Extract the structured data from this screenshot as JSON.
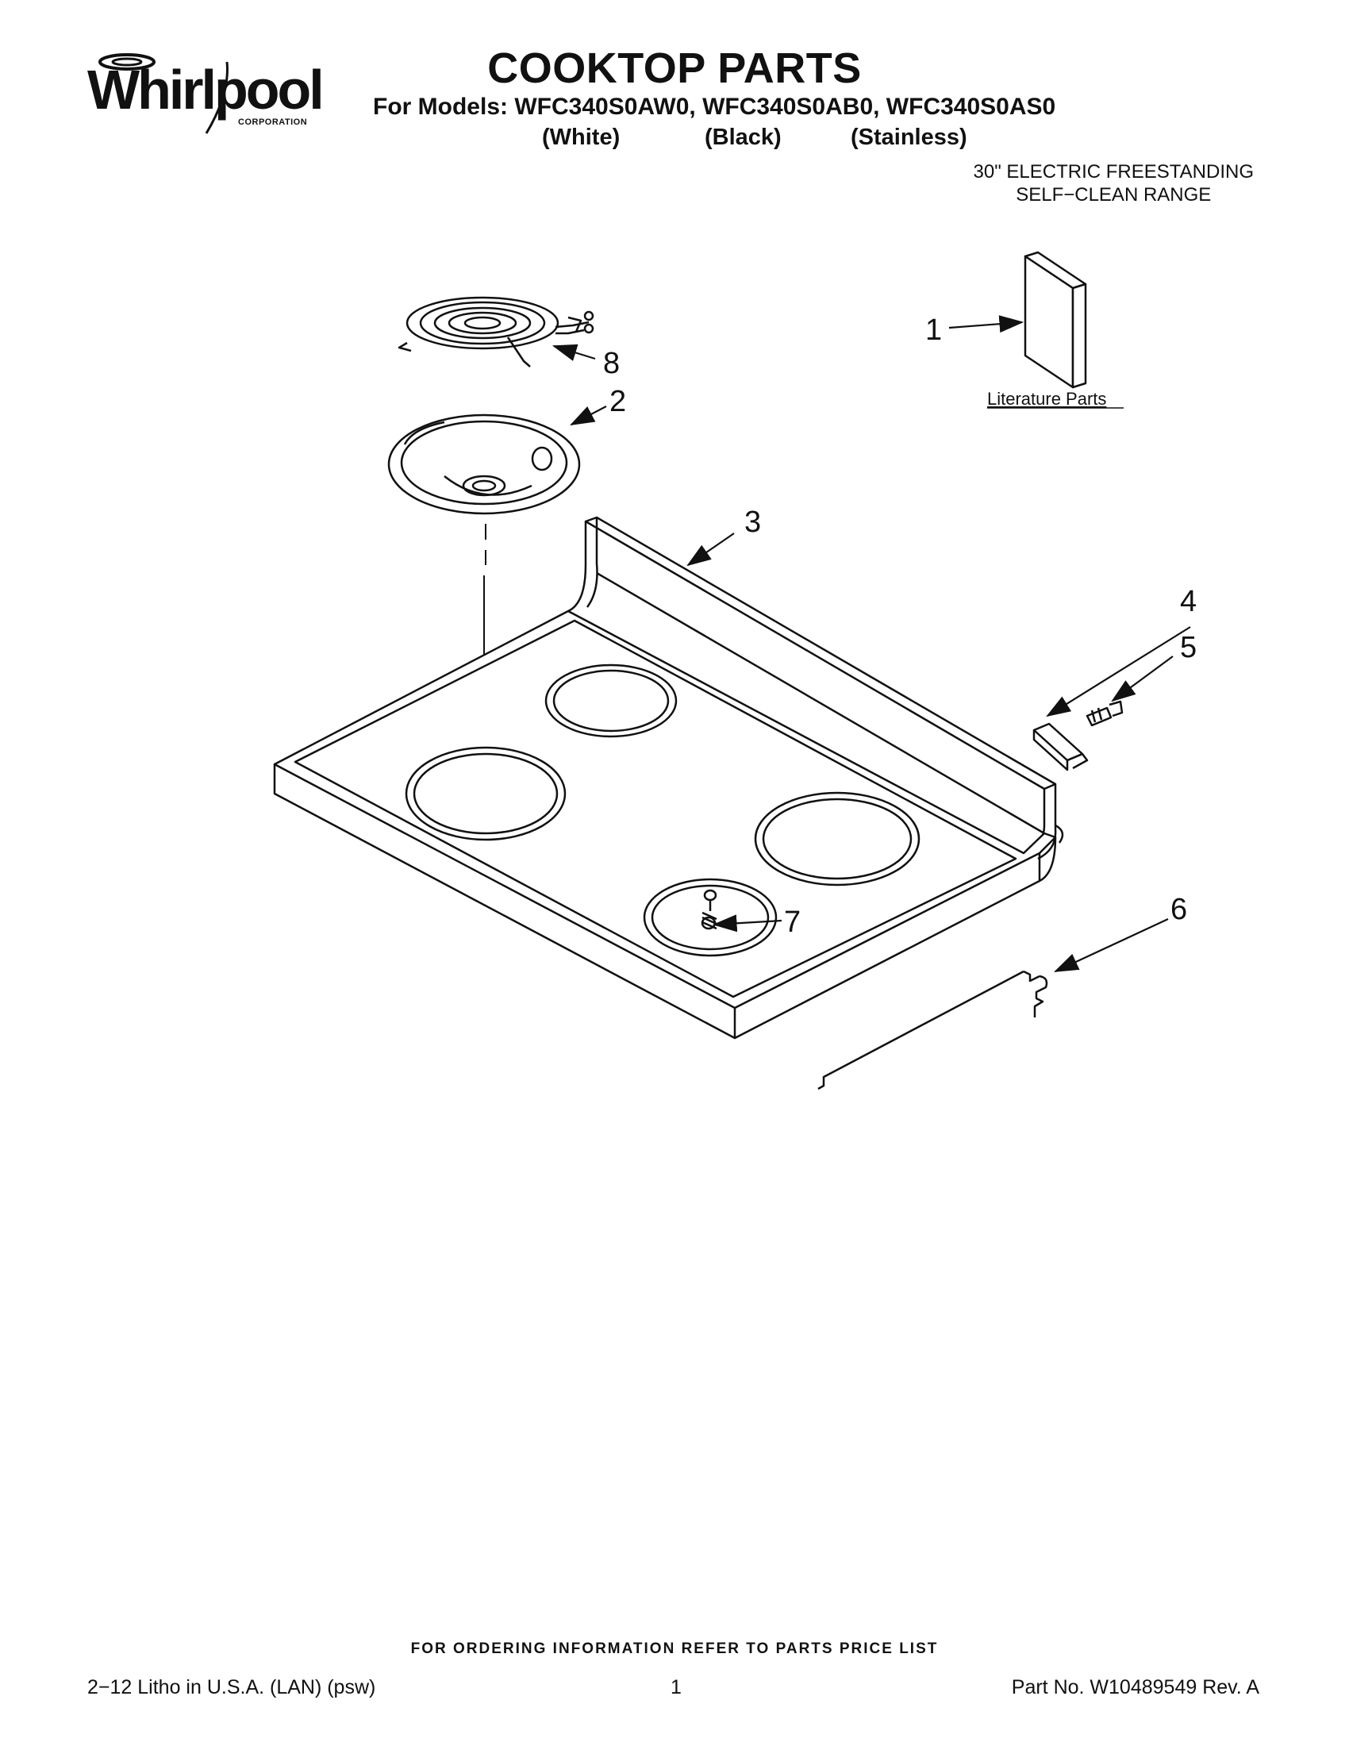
{
  "brand": {
    "name": "Whirlpool",
    "sub": "CORPORATION"
  },
  "header": {
    "title": "COOKTOP PARTS",
    "models": "For Models: WFC340S0AW0, WFC340S0AB0, WFC340S0AS0",
    "variants": [
      "(White)",
      "(Black)",
      "(Stainless)"
    ],
    "description_line1": "30\" ELECTRIC FREESTANDING",
    "description_line2": "SELF−CLEAN RANGE"
  },
  "diagram": {
    "literature_label": "Literature Parts",
    "callouts": [
      "1",
      "2",
      "3",
      "4",
      "5",
      "6",
      "7",
      "8"
    ]
  },
  "footer": {
    "ordering_note": "FOR ORDERING INFORMATION REFER TO PARTS PRICE LIST",
    "litho": "2−12 Litho in U.S.A. (LAN) (psw)",
    "page_number": "1",
    "part_number": "Part No. W10489549 Rev. A"
  }
}
